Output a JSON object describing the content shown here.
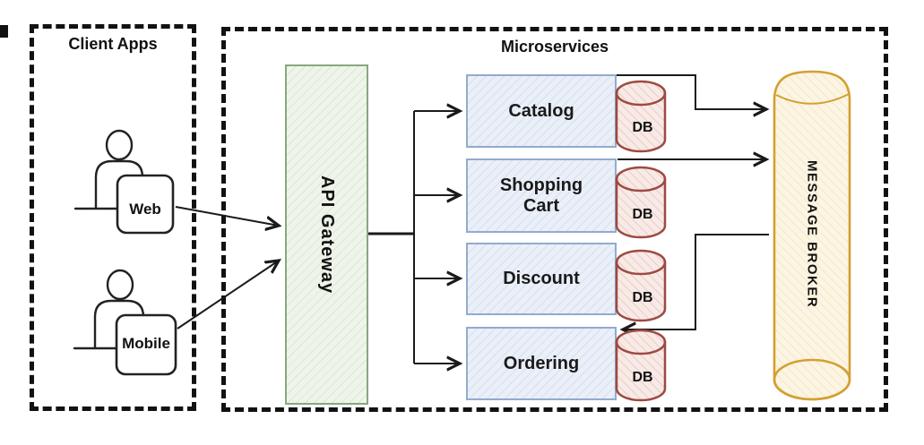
{
  "client_apps": {
    "title": "Client Apps",
    "users": [
      {
        "label": "Web"
      },
      {
        "label": "Mobile"
      }
    ]
  },
  "microservices": {
    "title": "Microservices",
    "api_gateway": {
      "label": "API Gateway"
    },
    "services": [
      {
        "label": "Catalog",
        "db": "DB"
      },
      {
        "label": "Shopping Cart",
        "db": "DB"
      },
      {
        "label": "Discount",
        "db": "DB"
      },
      {
        "label": "Ordering",
        "db": "DB"
      }
    ],
    "message_broker": {
      "label": "MESSAGE BROKER"
    }
  },
  "connections": [
    {
      "from": "Web",
      "to": "API Gateway"
    },
    {
      "from": "Mobile",
      "to": "API Gateway"
    },
    {
      "from": "API Gateway",
      "to": "Catalog"
    },
    {
      "from": "API Gateway",
      "to": "Shopping Cart"
    },
    {
      "from": "API Gateway",
      "to": "Discount"
    },
    {
      "from": "API Gateway",
      "to": "Ordering"
    },
    {
      "from": "Catalog",
      "to": "MESSAGE BROKER"
    },
    {
      "from": "Shopping Cart",
      "to": "MESSAGE BROKER"
    },
    {
      "from": "MESSAGE BROKER",
      "to": "Ordering"
    }
  ],
  "colors": {
    "outline_black": "#1a1a1a",
    "gateway_green_border": "#85a97c",
    "gateway_green_fill": "#eff4ea",
    "service_blue_border": "#92abce",
    "service_blue_fill": "#eaeff8",
    "db_red_stroke": "#9c4a42",
    "db_red_fill": "#f8eae6",
    "broker_gold_stroke": "#d3a032",
    "broker_gold_fill": "#fcf5e4"
  }
}
